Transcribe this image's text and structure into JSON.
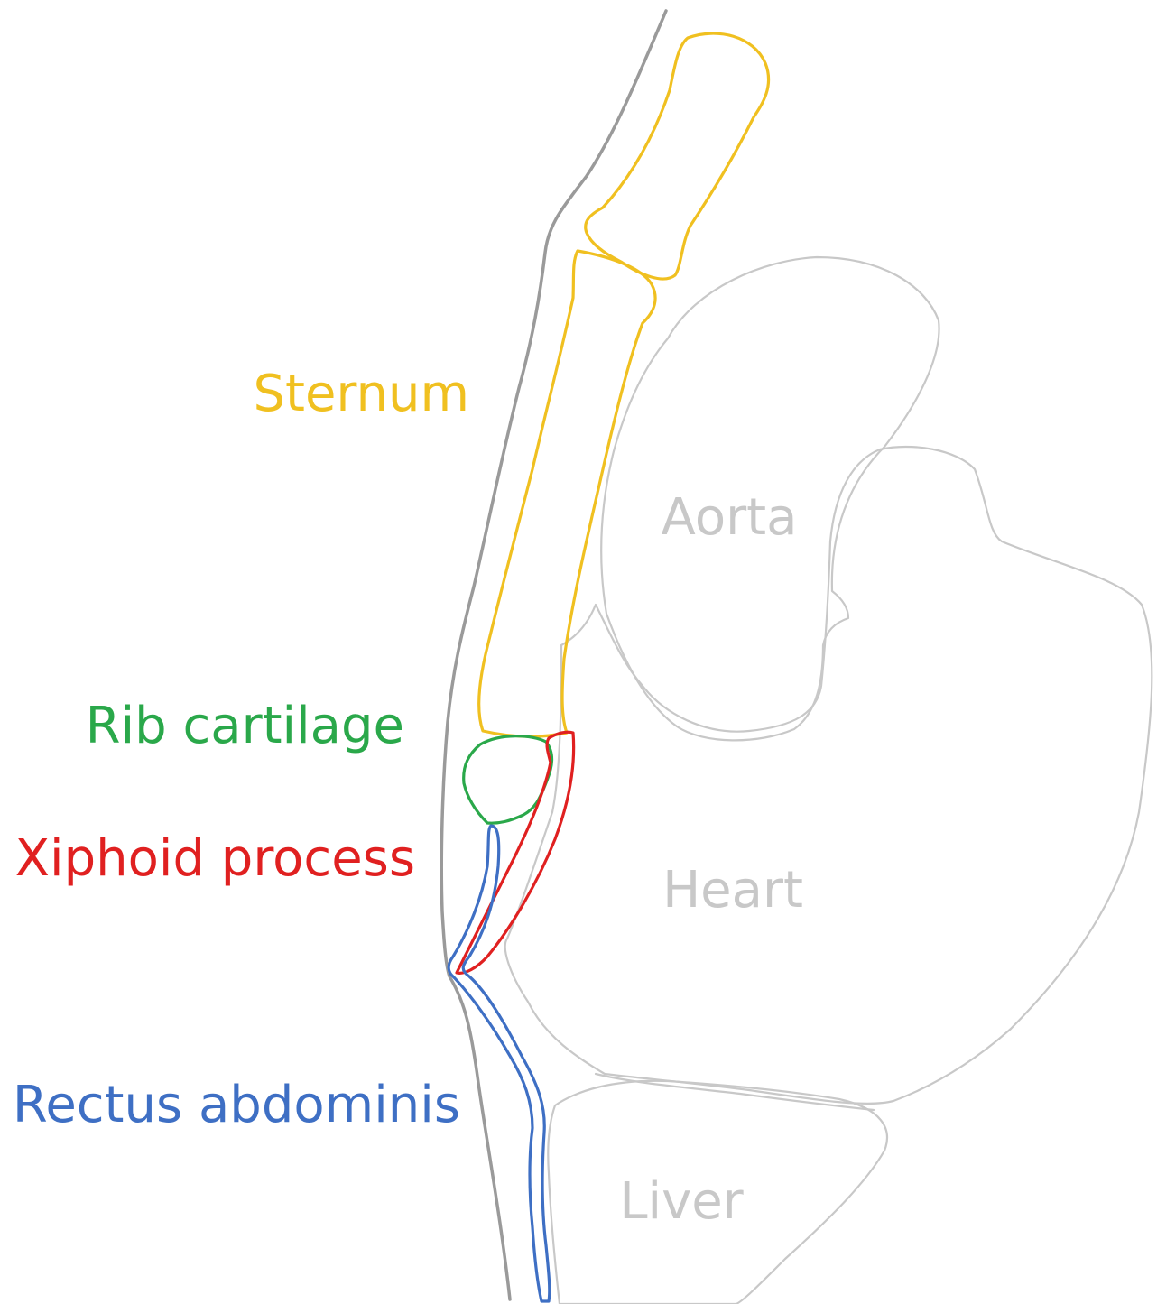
{
  "labels": {
    "sternum": "Sternum",
    "rib_cartilage": "Rib cartilage",
    "xiphoid_process": "Xiphoid process",
    "rectus_abdominis": "Rectus abdominis",
    "aorta": "Aorta",
    "heart": "Heart",
    "liver": "Liver"
  },
  "colors": {
    "sternum": "#f0c020",
    "rib_cartilage": "#2aa84a",
    "xiphoid_process": "#e02020",
    "rectus_abdominis": "#3e6fc4",
    "organs": "#c8c8c8",
    "organ_labels": "#c8c8c8",
    "skin": "#9a9a9a"
  }
}
